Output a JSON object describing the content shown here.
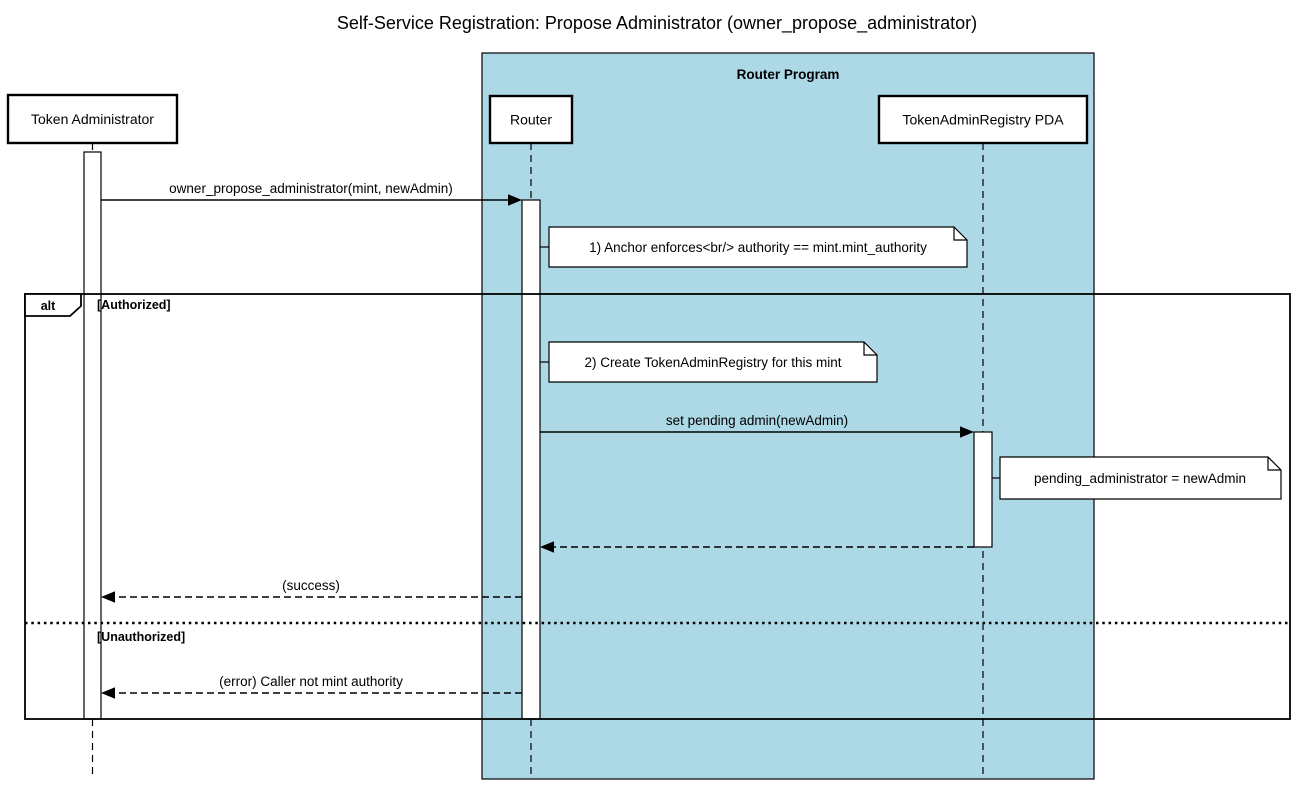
{
  "title": "Self-Service Registration: Propose Administrator (owner_propose_administrator)",
  "group": {
    "label": "Router Program"
  },
  "participants": {
    "token_admin": {
      "label": "Token Administrator"
    },
    "router": {
      "label": "Router"
    },
    "registry": {
      "label": "TokenAdminRegistry PDA"
    }
  },
  "messages": {
    "propose": {
      "label": "owner_propose_administrator(mint, newAdmin)",
      "style": "solid"
    },
    "set_pending": {
      "label": "set pending admin(newAdmin)",
      "style": "solid"
    },
    "registry_return": {
      "label": "",
      "style": "dashed"
    },
    "success": {
      "label": "(success)",
      "style": "dashed"
    },
    "error": {
      "label": "(error) Caller not mint authority",
      "style": "dashed"
    }
  },
  "notes": {
    "anchor_enforces": {
      "text": "1) Anchor enforces<br/> authority == mint.mint_authority"
    },
    "create_registry": {
      "text": "2) Create TokenAdminRegistry for this mint"
    },
    "pending_admin": {
      "text": "pending_administrator = newAdmin"
    }
  },
  "alt": {
    "operator": "alt",
    "authorized": "[Authorized]",
    "unauthorized": "[Unauthorized]"
  },
  "colors": {
    "group_fill": "#add8e6",
    "line": "#000000",
    "note_fill": "#ffffff",
    "background": "#ffffff"
  }
}
